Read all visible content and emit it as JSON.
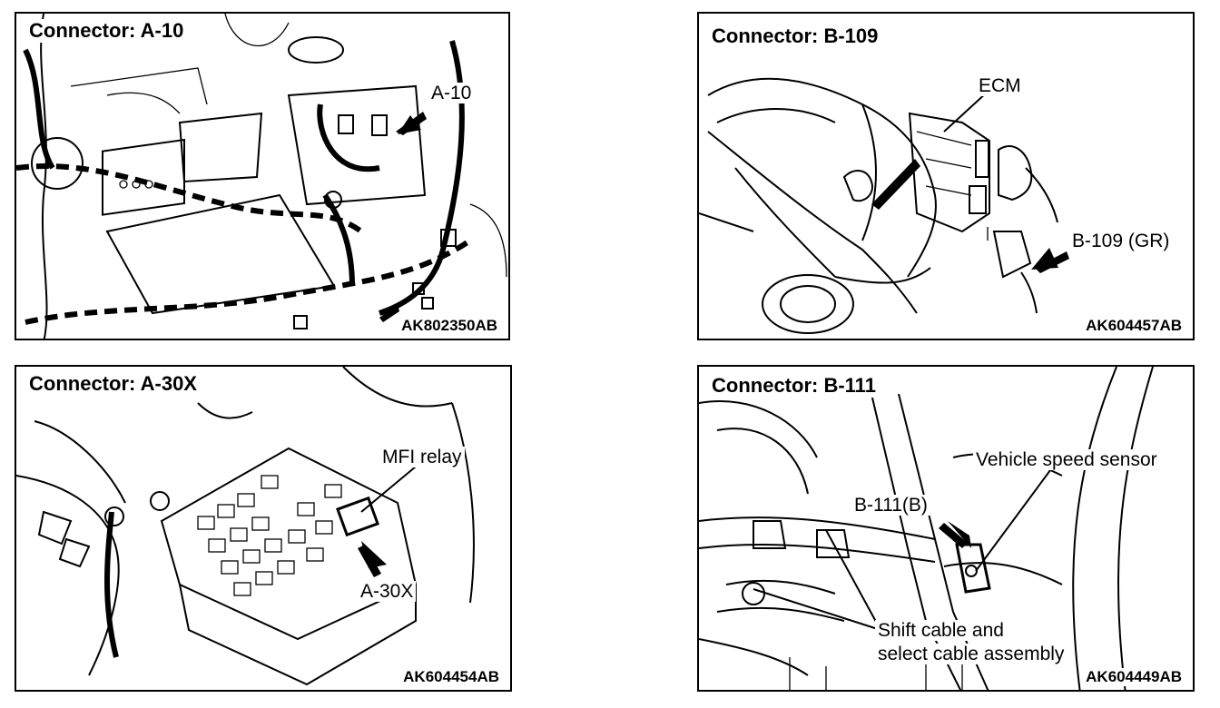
{
  "panels": [
    {
      "title": "Connector: A-10",
      "code": "AK802350AB",
      "labels": [
        "A-10"
      ]
    },
    {
      "title": "Connector: B-109",
      "code": "AK604457AB",
      "labels": [
        "ECM",
        "B-109 (GR)"
      ]
    },
    {
      "title": "Connector: A-30X",
      "code": "AK604454AB",
      "labels": [
        "MFI relay",
        "A-30X"
      ]
    },
    {
      "title": "Connector: B-111",
      "code": "AK604449AB",
      "labels": [
        "Vehicle speed sensor",
        "B-111(B)",
        "Shift cable and",
        "select cable assembly"
      ]
    }
  ]
}
